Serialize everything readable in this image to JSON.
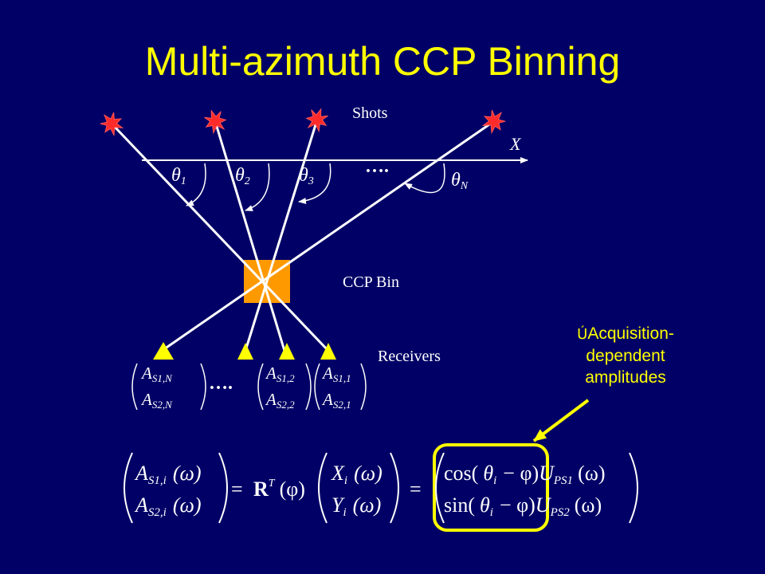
{
  "title": "Multi-azimuth CCP Binning",
  "labels": {
    "shots": "Shots",
    "x_axis": "X",
    "ccp_bin": "CCP Bin",
    "receivers": "Receivers",
    "dots_top": "….",
    "dots_bottom": "…."
  },
  "angles": [
    "1",
    "2",
    "3",
    "N"
  ],
  "receiver_amps": [
    {
      "top_sub": "S1,N",
      "bot_sub": "S2,N"
    },
    {
      "top_sub": "S1,2",
      "bot_sub": "S2,2"
    },
    {
      "top_sub": "S1,1",
      "bot_sub": "S2,1"
    }
  ],
  "annotation": {
    "bullet": "Ú",
    "line1": "Acquisition-",
    "line2": "dependent",
    "line3": "amplitudes"
  },
  "equation": {
    "lhs_top_sub": "S1,i",
    "lhs_bot_sub": "S2,i",
    "omega": "(ω)",
    "equals": "=",
    "R": "R",
    "T": "T",
    "phi_arg": "(φ)",
    "X": "X",
    "Y": "Y",
    "i": "i",
    "cos": "cos(",
    "sin": "sin(",
    "theta": "θ",
    "minus_phi": "− φ)",
    "U": "U",
    "ps1": "PS1",
    "ps2": "PS2"
  },
  "colors": {
    "background": "#000066",
    "title": "#ffff00",
    "lines": "#ffffff",
    "ccp_bin": "#ff9900",
    "shots": "#ff0000",
    "receivers": "#ffff00",
    "highlight": "#ffff00"
  }
}
